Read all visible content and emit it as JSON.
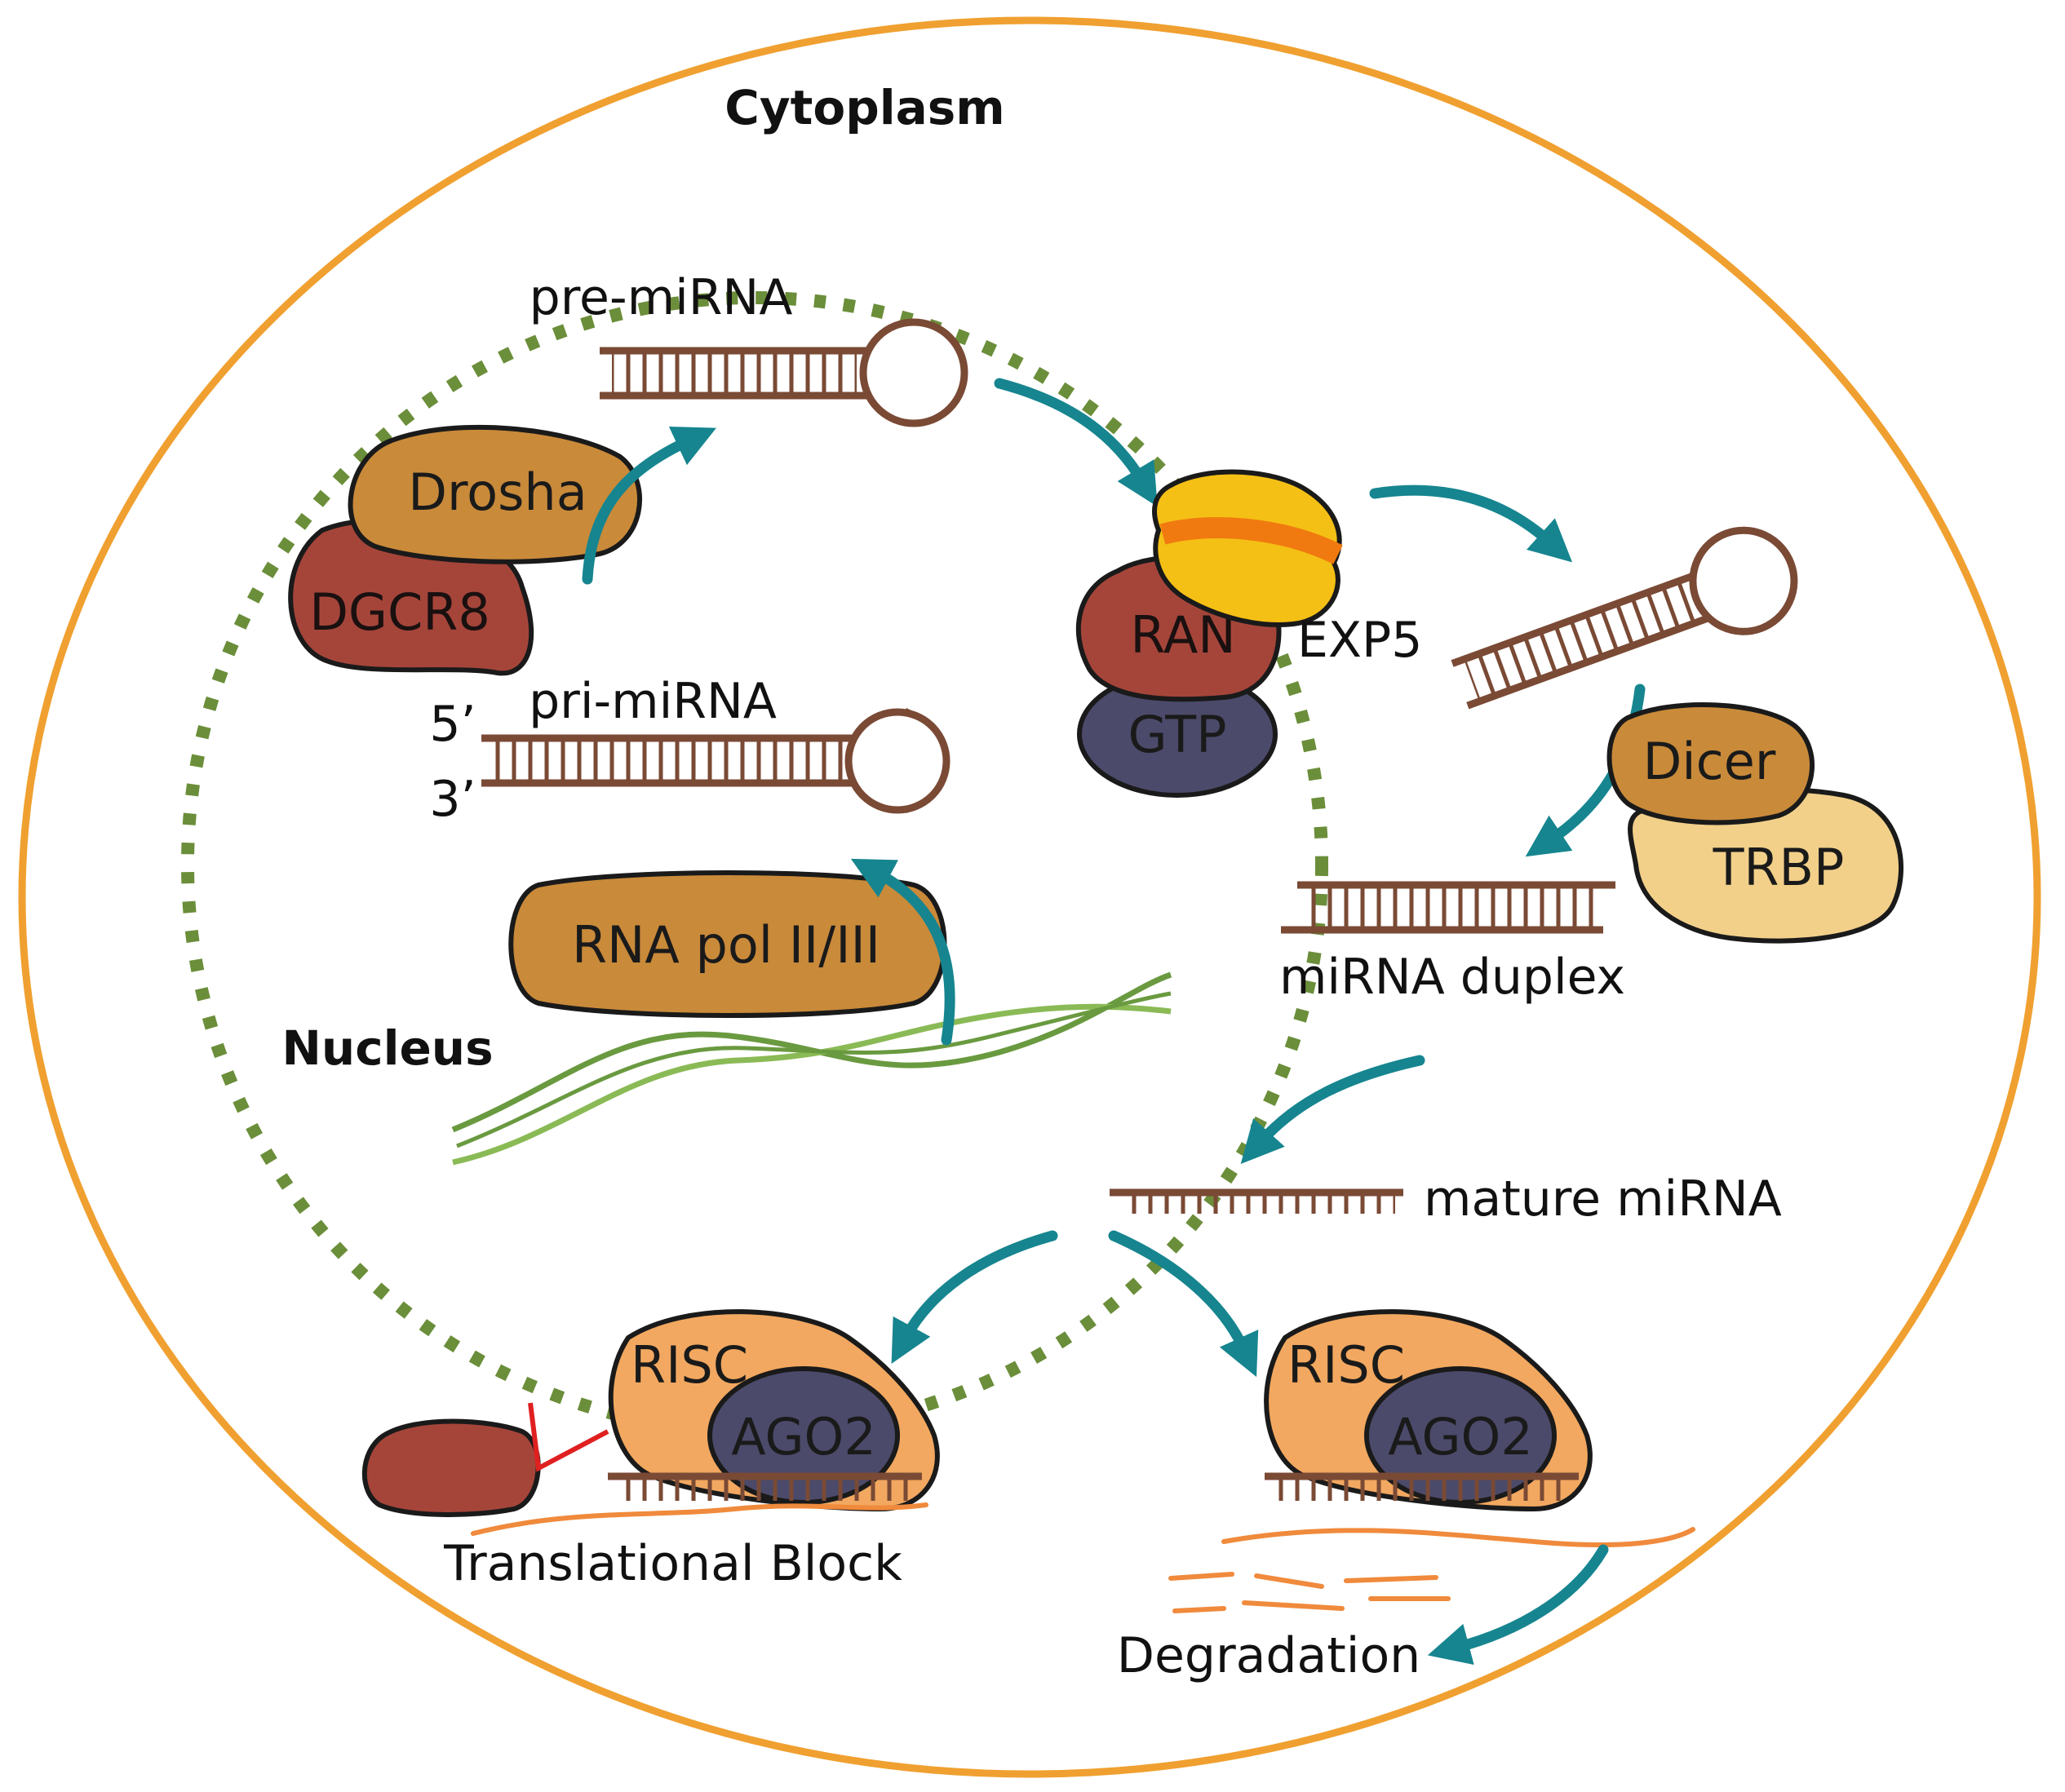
{
  "regions": {
    "cytoplasm": "Cytoplasm",
    "nucleus": "Nucleus"
  },
  "labels": {
    "pre_mirna": "pre-miRNA",
    "pri_mirna": "pri-miRNA",
    "five_prime": "5’",
    "three_prime": "3’",
    "exp5": "EXP5",
    "mirna_duplex": "miRNA duplex",
    "mature_mirna": "mature miRNA",
    "translational_block": "Translational Block",
    "degradation": "Degradation"
  },
  "proteins": {
    "drosha": "Drosha",
    "dgcr8": "DGCR8",
    "rna_pol": "RNA pol II/III",
    "ran": "RAN",
    "gtp": "GTP",
    "dicer": "Dicer",
    "trbp": "TRBP",
    "risc": "RISC",
    "ago2": "AGO2"
  },
  "colors": {
    "cell_membrane": "#f0a030",
    "nuclear_envelope": "#6b8e3a",
    "flow_arrow": "#16858f",
    "rna": "#7a4a35",
    "mrna": "#f08a3c",
    "dna": "#6a9a40",
    "drosha_dicer": "#c98a3a",
    "dgcr8_ran": "#a5453a",
    "gtp_ago2": "#4b4a6a",
    "trbp": "#f2d08a",
    "risc": "#f2a860",
    "exportin": "#f5c015",
    "inhibition": "#e02020"
  }
}
